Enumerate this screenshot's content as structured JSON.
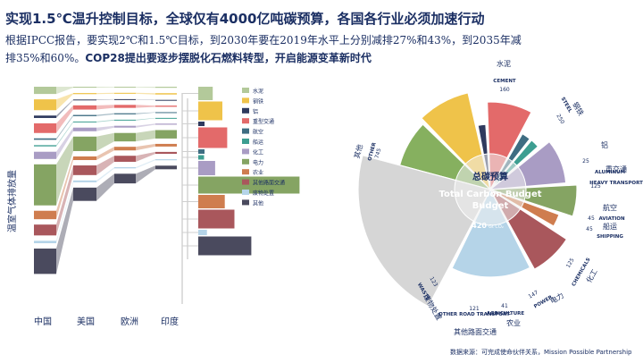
{
  "header": {
    "title": "实现1.5℃温升控制目标，全球仅有4000亿吨碳预算，各国各行业必须加速行动",
    "subtitle_line1": "根据IPCC报告，要实现2℃和1.5℃目标，到2030年要在2019年水平上分别减排27%和43%，到2035年减",
    "subtitle_line2_plain": "排35%和60%。",
    "subtitle_line2_bold": "COP28提出要逐步摆脱化石燃料转型，开启能源变革新时代"
  },
  "source_note": "数据来源：可完成使命伙伴关系，Mission Possible Partnership",
  "colors": {
    "cement": "#b3c99a",
    "steel": "#efc34a",
    "aluminum": "#2f3a5e",
    "heavy_transport": "#e36a6a",
    "aviation": "#3e6d82",
    "shipping": "#3d9e91",
    "chemicals": "#a99cc4",
    "power": "#85a463",
    "agriculture": "#cf7d4f",
    "other_road": "#a9575c",
    "waste": "#b5d4e8",
    "other": "#4a4a5e",
    "title": "#1b2f63"
  },
  "chart_data": [
    {
      "type": "bar",
      "subtype": "stacked-bar-with-flows",
      "ylabel": "温室气体排放量",
      "categories": [
        "中国",
        "美国",
        "欧洲",
        "印度"
      ],
      "legend": [
        "水泥",
        "钢铁",
        "铝",
        "重型交通",
        "航空",
        "船运",
        "化工",
        "电力",
        "农业",
        "其他路面交通",
        "废物处置",
        "其他"
      ],
      "series": [
        {
          "name": "水泥",
          "values": [
            6,
            0.8,
            0.6,
            0.9
          ]
        },
        {
          "name": "钢铁",
          "values": [
            9,
            0.9,
            0.8,
            1.1
          ]
        },
        {
          "name": "铝",
          "values": [
            2,
            0.4,
            0.3,
            0.3
          ]
        },
        {
          "name": "重型交通",
          "values": [
            8,
            3.5,
            2.5,
            1.0
          ]
        },
        {
          "name": "航空",
          "values": [
            1.2,
            1.0,
            0.9,
            0.3
          ]
        },
        {
          "name": "船运",
          "values": [
            1.0,
            0.6,
            0.6,
            0.3
          ]
        },
        {
          "name": "化工",
          "values": [
            6,
            3.0,
            1.5,
            0.9
          ]
        },
        {
          "name": "电力",
          "values": [
            34,
            12,
            7,
            7
          ]
        },
        {
          "name": "农业",
          "values": [
            7,
            3.0,
            3.0,
            2.2
          ]
        },
        {
          "name": "其他路面交通",
          "values": [
            9,
            8.0,
            5.0,
            1.6
          ]
        },
        {
          "name": "废物处置",
          "values": [
            2,
            1.5,
            1.0,
            0.9
          ]
        },
        {
          "name": "其他",
          "values": [
            21,
            11,
            8,
            3
          ]
        }
      ],
      "world_totals": [
        3,
        5,
        1.3,
        6,
        1.3,
        1.2,
        3.5,
        21,
        5.5,
        7.5,
        1.8,
        11
      ]
    },
    {
      "type": "pie",
      "subtype": "radial-slices",
      "center_cn": "总碳预算",
      "center_en": "Total Carbon Budget",
      "total_value": "420",
      "total_unit": "Gt CO₂",
      "slices": [
        {
          "name_en": "CEMENT",
          "name_cn": "水泥",
          "value": 160
        },
        {
          "name_en": "STEEL",
          "name_cn": "钢铁",
          "value": 250
        },
        {
          "name_en": "ALUMINUM",
          "name_cn": "铝",
          "value": 25
        },
        {
          "name_en": "HEAVY TRANSPORT",
          "name_cn": "重交通",
          "value": 125
        },
        {
          "name_en": "AVIATION",
          "name_cn": "航空",
          "value": 45
        },
        {
          "name_en": "SHIPPING",
          "name_cn": "船运",
          "value": 45
        },
        {
          "name_en": "CHEMICALS",
          "name_cn": "化工",
          "value": 125
        },
        {
          "name_en": "POWER",
          "name_cn": "电力",
          "value": 147
        },
        {
          "name_en": "AGRICULTURE",
          "name_cn": "农业",
          "value": 41
        },
        {
          "name_en": "OTHER ROAD TRANSPORT",
          "name_cn": "其他路面交通",
          "value": 121
        },
        {
          "name_en": "WASTE",
          "name_cn": "废物处置",
          "value": 123
        },
        {
          "name_en": "OTHER",
          "name_cn": "其他",
          "value": 745
        }
      ]
    }
  ]
}
